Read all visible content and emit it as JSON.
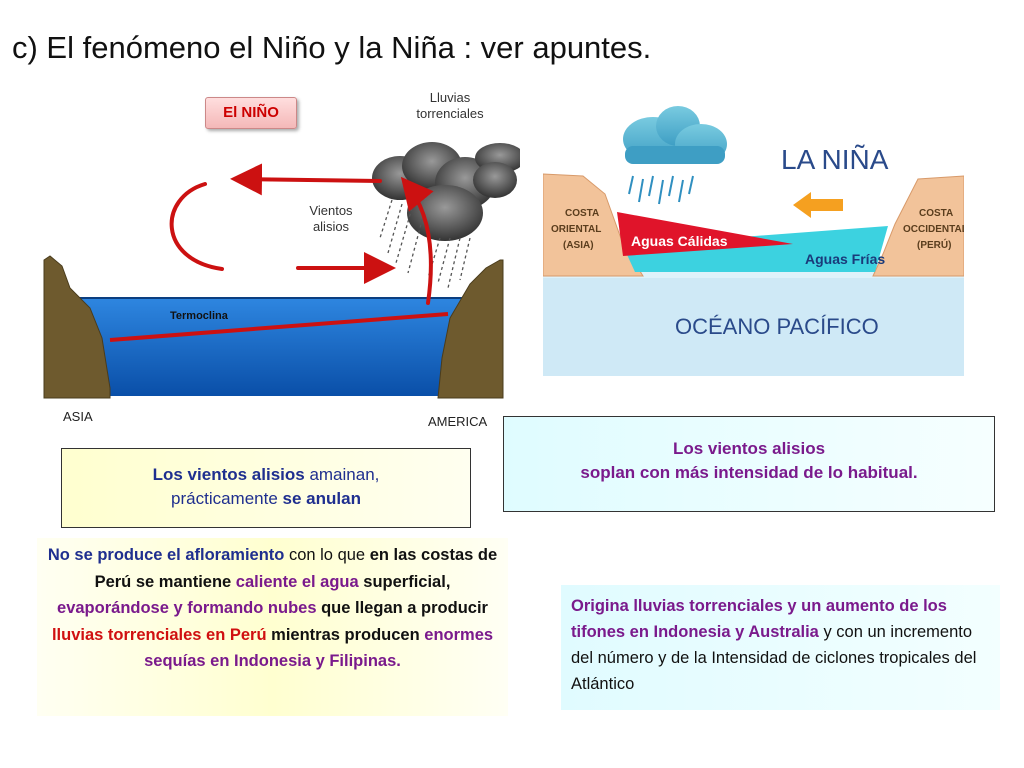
{
  "title": "c) El fenómeno el Niño y la Niña : ver apuntes.",
  "nino_diagram": {
    "badge": "El NIÑO",
    "lluvias_line1": "Lluvias",
    "lluvias_line2": "torrenciales",
    "vientos_line1": "Vientos",
    "vientos_line2": "alisios",
    "termoclina": "Termoclina",
    "asia": "ASIA",
    "america": "AMERICA"
  },
  "nina_diagram": {
    "title": "LA NIÑA",
    "costa_oriental": [
      "COSTA",
      "ORIENTAL",
      "(ASIA)"
    ],
    "costa_occidental": [
      "COSTA",
      "OCCIDENTAL",
      "(PERÚ)"
    ],
    "aguas_calidas": "Aguas Cálidas",
    "aguas_frias": "Aguas Frías",
    "oceano": "OCÉANO PACÍFICO"
  },
  "box1": {
    "part1": "Los vientos alisios",
    "part2": " amainan,",
    "part3": "prácticamente ",
    "part4": "se anulan"
  },
  "box2": {
    "line1": "Los vientos alisios",
    "line2": "soplan con más intensidad de lo habitual."
  },
  "box3": {
    "s1": "No se produce el afloramiento",
    "s2": " con lo que ",
    "s3": "en las costas de Perú se mantiene",
    "s4": " caliente el agua ",
    "s5": "superficial, ",
    "s6": "evaporándose y formando nubes",
    "s7": " que llegan a producir ",
    "s8": "lluvias torrenciales en Perú",
    "s9": " mientras producen ",
    "s10": "enormes sequías en Indonesia y Filipinas."
  },
  "box4": {
    "s1": "Origina lluvias torrenciales y un aumento de los tifones en Indonesia y Australia",
    "s2": " y con un incremento del número y de la  Intensidad de ciclones tropicales del Atlántico"
  },
  "colors": {
    "arrow_red": "#cc1111",
    "ocean_blue": "#1a6fd0",
    "nina_blue": "#cfe9f6"
  }
}
